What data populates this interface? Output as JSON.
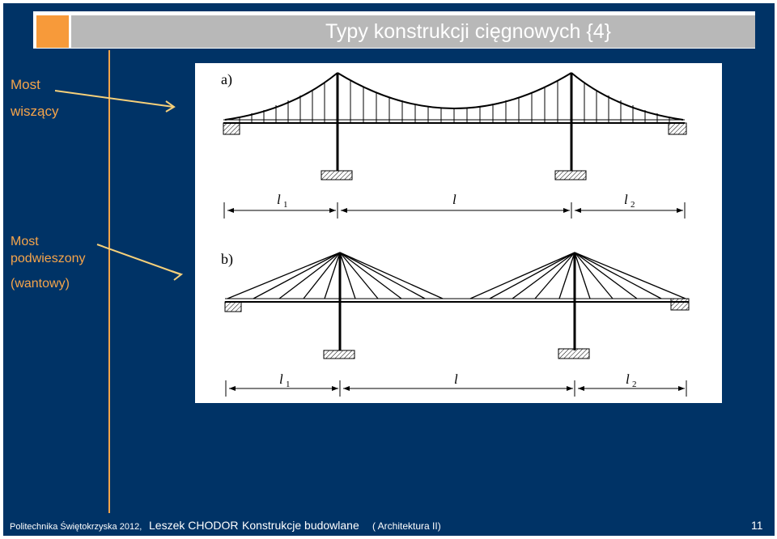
{
  "slide": {
    "title": "Typy konstrukcji  cięgnowych {4}",
    "labels": {
      "suspension_line1": "Most",
      "suspension_line2": "wiszący",
      "cable_line1": "Most",
      "cable_line2": "podwieszony",
      "cable_line3": "(wantowy)"
    },
    "figure": {
      "a_label": "a)",
      "b_label": "b)",
      "span_l1_main": "l",
      "span_l1_sub": "1",
      "span_l": "l",
      "span_l2_main": "l",
      "span_l2_sub": "2"
    },
    "footer": {
      "institution": "Politechnika Świętokrzyska 2012,",
      "author": "Leszek CHODOR",
      "course": "Konstrukcje budowlane",
      "subject": "( Architektura II)",
      "page_number": "11"
    }
  },
  "colors": {
    "background": "#003366",
    "accent": "#f79a3a",
    "label_text": "#f6a54a",
    "title_bar": "#b8b8b8"
  }
}
